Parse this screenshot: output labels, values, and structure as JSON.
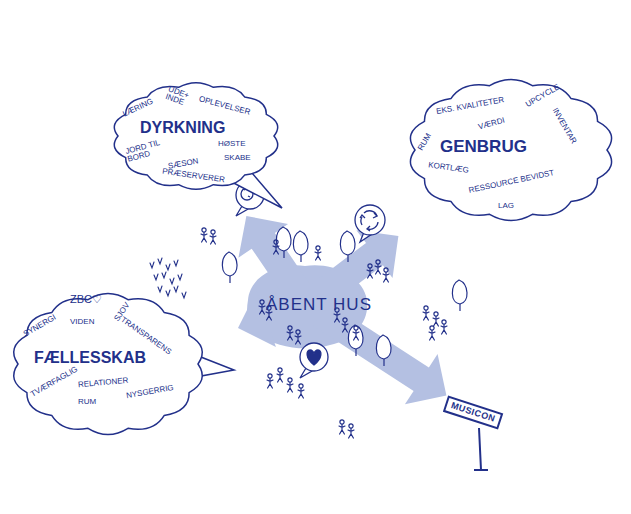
{
  "diagram": {
    "nodes": [
      {
        "text": [
          "DYRKNING",
          "LÆRING",
          "UDE+ INDE",
          "OPLEVELSER",
          "JORD TIL BORD",
          "SÆSON",
          "HØSTE",
          "SKABE",
          "PRÆSERVERER"
        ]
      },
      {
        "text": [
          "GENBRUG",
          "RUM",
          "EKS. KVALITETER",
          "VÆRDI",
          "UPCYCLE",
          "INVENTAR",
          "KORTLÆG",
          "RESSOURCE BEVIDST",
          "LAG"
        ]
      },
      {
        "text": [
          "ÅBENT HUS"
        ]
      },
      {
        "text": [
          "FÆLLESSKAB",
          "ZBC♡",
          "SYNERGI",
          "VIDEN",
          "SJOV",
          "TRANSPARENS",
          "TVÆRFAGLIG",
          "RELATIONER",
          "RUM",
          "NYSGERRIG"
        ]
      },
      {
        "text": [
          "MUSICON"
        ]
      }
    ],
    "edges": [
      {
        "from": 2,
        "to": 0,
        "arrow": "to"
      },
      {
        "from": 2,
        "to": 1,
        "arrow": "to"
      },
      {
        "from": 2,
        "to": 3,
        "arrow": "to"
      },
      {
        "from": 2,
        "to": 4,
        "arrow": "to"
      }
    ]
  }
}
